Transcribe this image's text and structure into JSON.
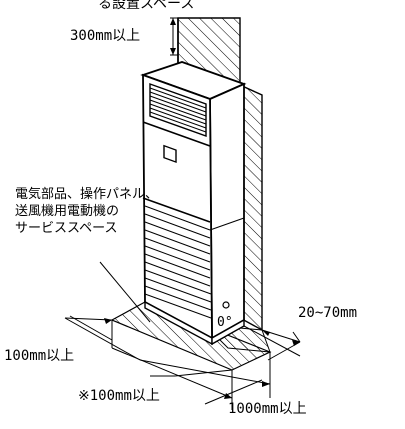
{
  "labels": {
    "top_partial": "る設置スペース",
    "top_clearance": "300mm以上",
    "service_line1": "電気部品、操作パネル、",
    "service_line2": "送風機用電動機の",
    "service_line3": "サービススペース",
    "left_clearance": "100mm以上",
    "front_small": "※100mm以上",
    "front_large": "1000mm以上",
    "side_gap": "20~70mm",
    "port_mark": "0°"
  }
}
